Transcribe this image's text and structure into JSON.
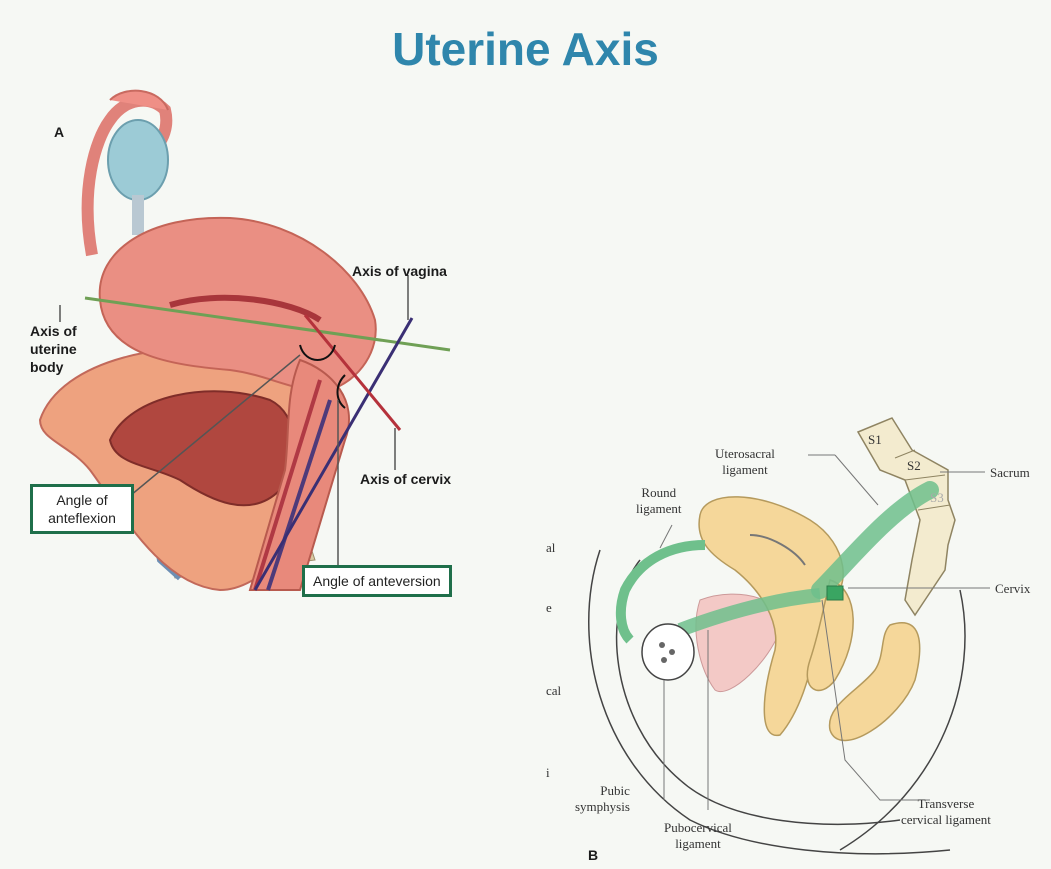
{
  "title": "Uterine Axis",
  "figure_a": {
    "panel_label": "A",
    "labels": {
      "axis_uterine_body": "Axis of\nuterine\nbody",
      "axis_vagina": "Axis of vagina",
      "axis_cervix": "Axis of cervix",
      "angle_anteflexion": "Angle of\nanteflexion",
      "angle_anteversion": "Angle of anteversion"
    }
  },
  "figure_b": {
    "panel_label": "B",
    "labels": {
      "uterosacral": "Uterosacral\nligament",
      "round": "Round\nligament",
      "s1": "S1",
      "s2": "S2",
      "s3": "S3",
      "sacrum": "Sacrum",
      "cervix": "Cervix",
      "pubic_symphysis": "Pubic\nsymphysis",
      "pubocervical": "Pubocervical\nligament",
      "transverse_cervical": "Transverse\ncervical ligament"
    },
    "cut_off_fragments": [
      "al",
      "e",
      "cal",
      "i"
    ]
  },
  "colors": {
    "title": "#2f86ac",
    "box_border": "#1f6f4a",
    "uterus": "#e98a7e",
    "ligament": "#6fc08c",
    "bone": "#f3ebcf",
    "uterus_b": "#f5d79a"
  }
}
